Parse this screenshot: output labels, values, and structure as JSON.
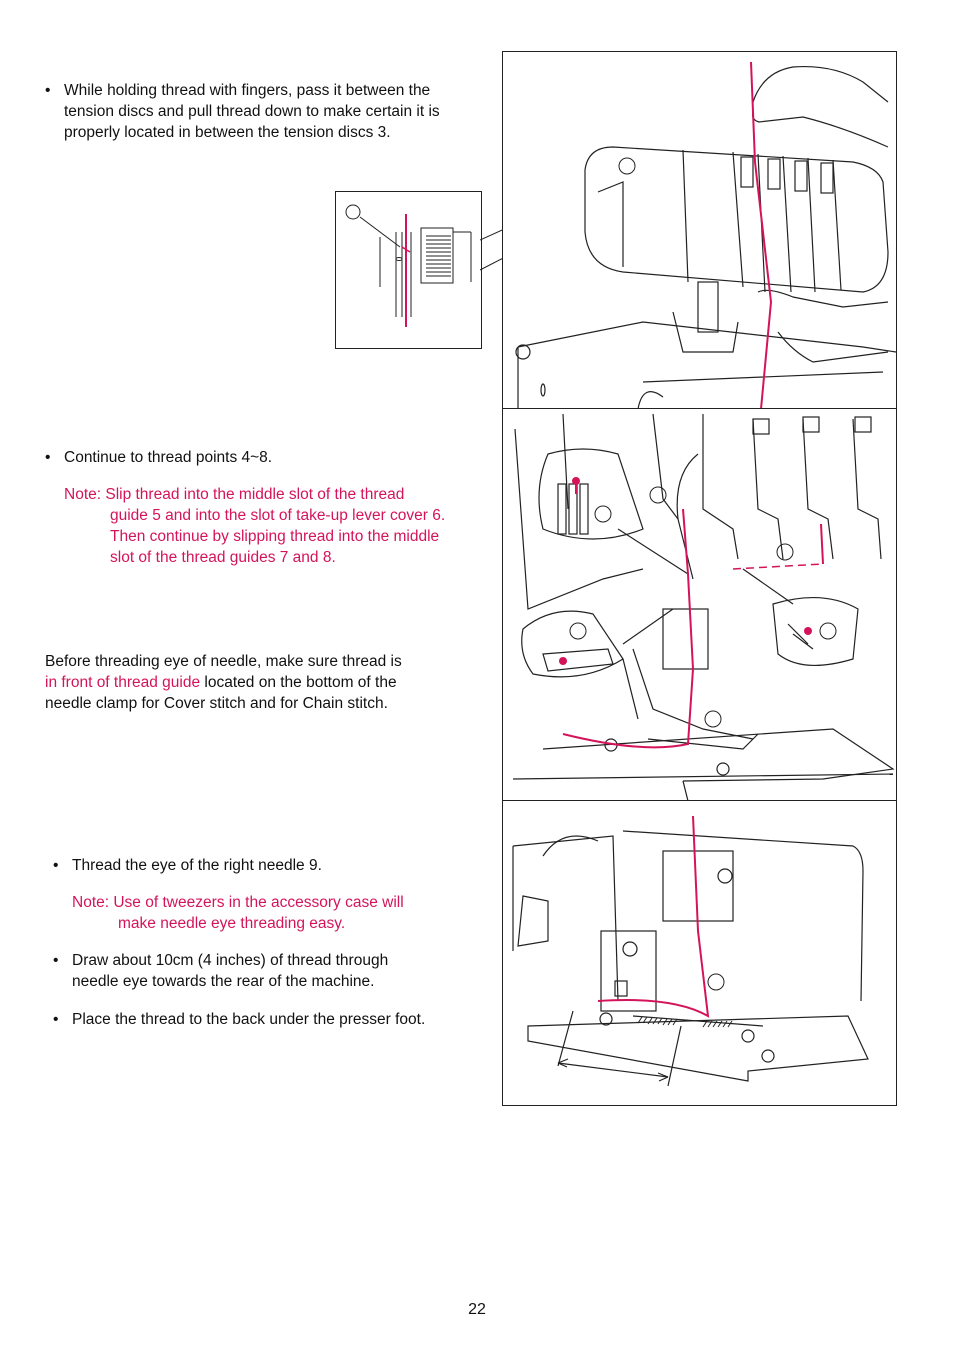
{
  "section1": {
    "bullet": "•",
    "lines": [
      "While holding thread with fingers, pass it between the",
      "tension discs and pull thread down to make certain it is",
      "properly located in between the tension discs 3."
    ]
  },
  "section2": {
    "bullet": "•",
    "line": "Continue to thread points 4~8.",
    "note_lines": [
      "Note: Slip thread into the middle slot of the thread",
      "guide 5 and into the slot of take-up lever cover 6.",
      "Then continue by slipping thread into the middle",
      "slot of the thread guides 7 and 8."
    ]
  },
  "section3": {
    "line1": "Before threading eye of needle, make sure thread is",
    "line2_pink": "in front of thread guide",
    "line2_rest": " located on the bottom of the",
    "line3": "needle clamp for Cover stitch and for Chain stitch."
  },
  "section4": {
    "bullet1": "Thread the eye of the right needle 9.",
    "note_lines": [
      "Note: Use of tweezers in the accessory case will",
      "make needle eye threading easy."
    ],
    "bullet2_lines": [
      "Draw about 10cm (4 inches) of thread through",
      "needle eye towards the rear of the machine."
    ],
    "bullet3": "Place the thread to the back under the presser foot.",
    "bullet_char": "•"
  },
  "page_number": "22",
  "colors": {
    "accent": "#d4145a",
    "line": "#222222"
  }
}
